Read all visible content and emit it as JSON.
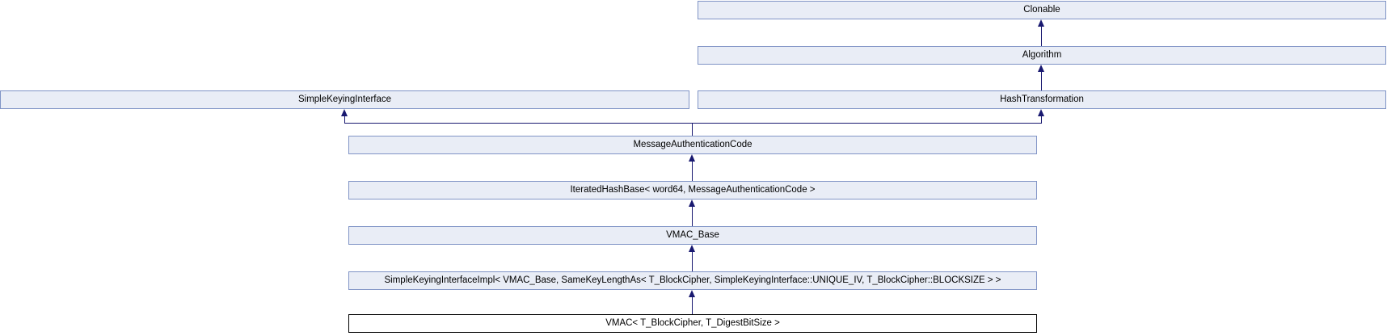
{
  "diagram": {
    "kind": "class-inheritance-graph",
    "nodes": {
      "clonable": {
        "label": "Clonable"
      },
      "algorithm": {
        "label": "Algorithm"
      },
      "simple_keying_interface": {
        "label": "SimpleKeyingInterface"
      },
      "hash_transformation": {
        "label": "HashTransformation"
      },
      "message_authentication_code": {
        "label": "MessageAuthenticationCode"
      },
      "iterated_hash_base": {
        "label": "IteratedHashBase< word64, MessageAuthenticationCode >"
      },
      "vmac_base": {
        "label": "VMAC_Base"
      },
      "simple_keying_interface_impl": {
        "label": "SimpleKeyingInterfaceImpl< VMAC_Base, SameKeyLengthAs< T_BlockCipher, SimpleKeyingInterface::UNIQUE_IV, T_BlockCipher::BLOCKSIZE > >"
      },
      "vmac": {
        "label": "VMAC< T_BlockCipher, T_DigestBitSize >"
      }
    },
    "edges": [
      {
        "from": "algorithm",
        "to": "clonable"
      },
      {
        "from": "hash_transformation",
        "to": "algorithm"
      },
      {
        "from": "message_authentication_code",
        "to": "simple_keying_interface"
      },
      {
        "from": "message_authentication_code",
        "to": "hash_transformation"
      },
      {
        "from": "iterated_hash_base",
        "to": "message_authentication_code"
      },
      {
        "from": "vmac_base",
        "to": "iterated_hash_base"
      },
      {
        "from": "simple_keying_interface_impl",
        "to": "vmac_base"
      },
      {
        "from": "vmac",
        "to": "simple_keying_interface_impl"
      }
    ],
    "focus_node": "vmac",
    "colors": {
      "node_fill": "#e9edf6",
      "node_border": "#8094c6",
      "edge": "#191970",
      "focus_fill": "#ffffff",
      "focus_border": "#000000",
      "text": "#000000"
    }
  }
}
